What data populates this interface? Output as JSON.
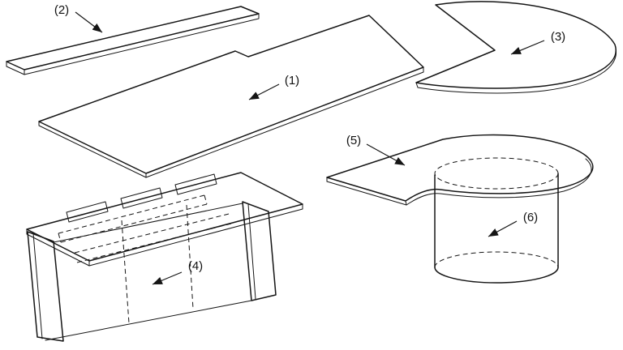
{
  "figure": {
    "background_color": "#ffffff",
    "line_color": "#151515"
  },
  "callouts": {
    "c1": {
      "label": "(1)"
    },
    "c2": {
      "label": "(2)"
    },
    "c3": {
      "label": "(3)"
    },
    "c4": {
      "label": "(4)"
    },
    "c5": {
      "label": "(5)"
    },
    "c6": {
      "label": "(6)"
    }
  }
}
